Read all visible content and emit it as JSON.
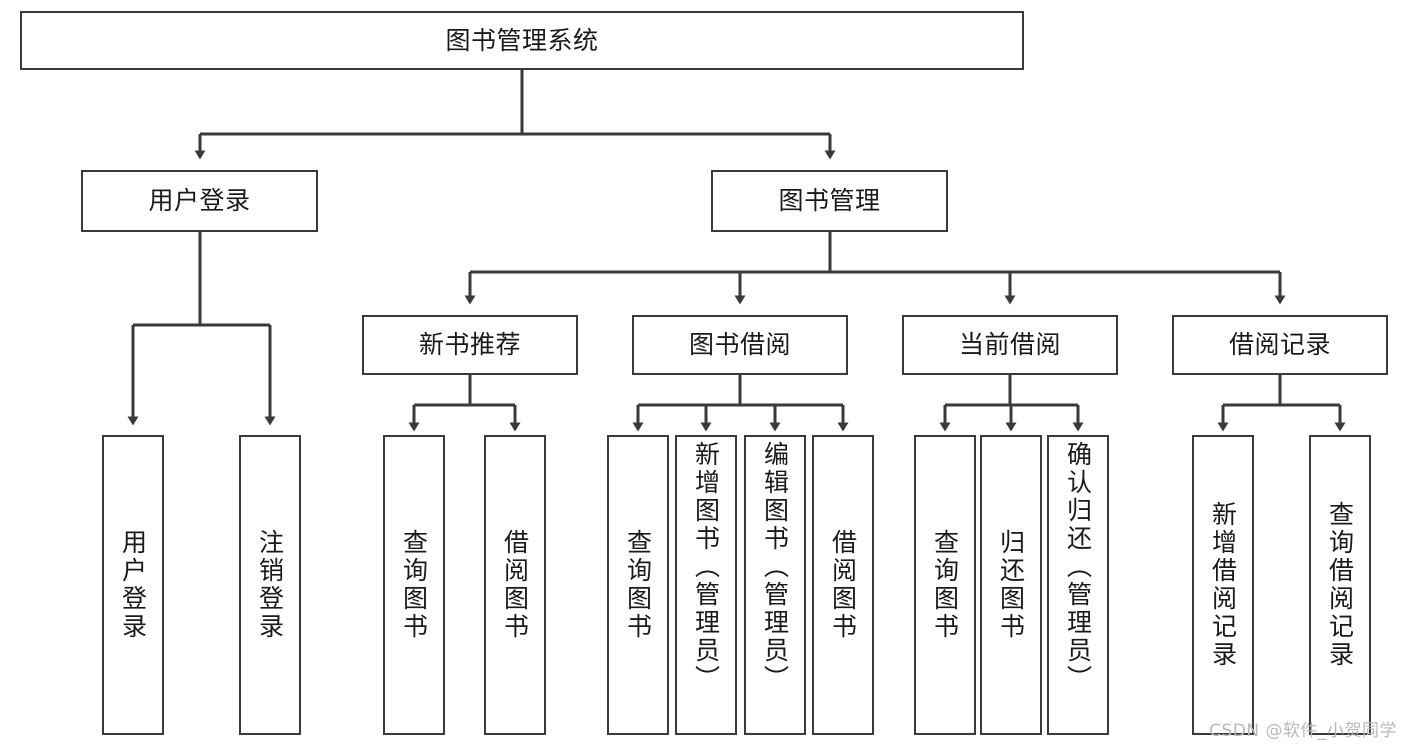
{
  "diagram": {
    "type": "tree-hierarchy-chart",
    "title": "图书管理系统",
    "line_color": "#3a3a3a",
    "box_fill": "#ffffff",
    "text_color": "#1a1a1a",
    "nodes": {
      "root": {
        "label": "图书管理系统"
      },
      "level2": [
        {
          "id": "user-login",
          "label": "用户登录"
        },
        {
          "id": "book-manage",
          "label": "图书管理"
        }
      ],
      "level3": [
        {
          "id": "new-book-recommend",
          "label": "新书推荐"
        },
        {
          "id": "book-borrow",
          "label": "图书借阅"
        },
        {
          "id": "current-borrow",
          "label": "当前借阅"
        },
        {
          "id": "borrow-record",
          "label": "借阅记录"
        }
      ],
      "leaves": {
        "user_login": [
          {
            "id": "leaf-user-login",
            "label": "用户登录"
          },
          {
            "id": "leaf-logout-login",
            "label": "注销登录"
          }
        ],
        "new_book_recommend": [
          {
            "id": "leaf-query-book-1",
            "label": "查询图书"
          },
          {
            "id": "leaf-borrow-book-1",
            "label": "借阅图书"
          }
        ],
        "book_borrow": [
          {
            "id": "leaf-query-book-2",
            "label": "查询图书"
          },
          {
            "id": "leaf-add-book",
            "label": "新增图书（管理员）"
          },
          {
            "id": "leaf-edit-book",
            "label": "编辑图书（管理员）"
          },
          {
            "id": "leaf-borrow-book-2",
            "label": "借阅图书"
          }
        ],
        "current_borrow": [
          {
            "id": "leaf-query-book-3",
            "label": "查询图书"
          },
          {
            "id": "leaf-return-book",
            "label": "归还图书"
          },
          {
            "id": "leaf-confirm-return",
            "label": "确认归还（管理员）"
          }
        ],
        "borrow_record": [
          {
            "id": "leaf-add-record",
            "label": "新增借阅记录"
          },
          {
            "id": "leaf-query-record",
            "label": "查询借阅记录"
          }
        ]
      }
    }
  },
  "watermark": {
    "text": "CSDN @软件_小贺同学"
  }
}
